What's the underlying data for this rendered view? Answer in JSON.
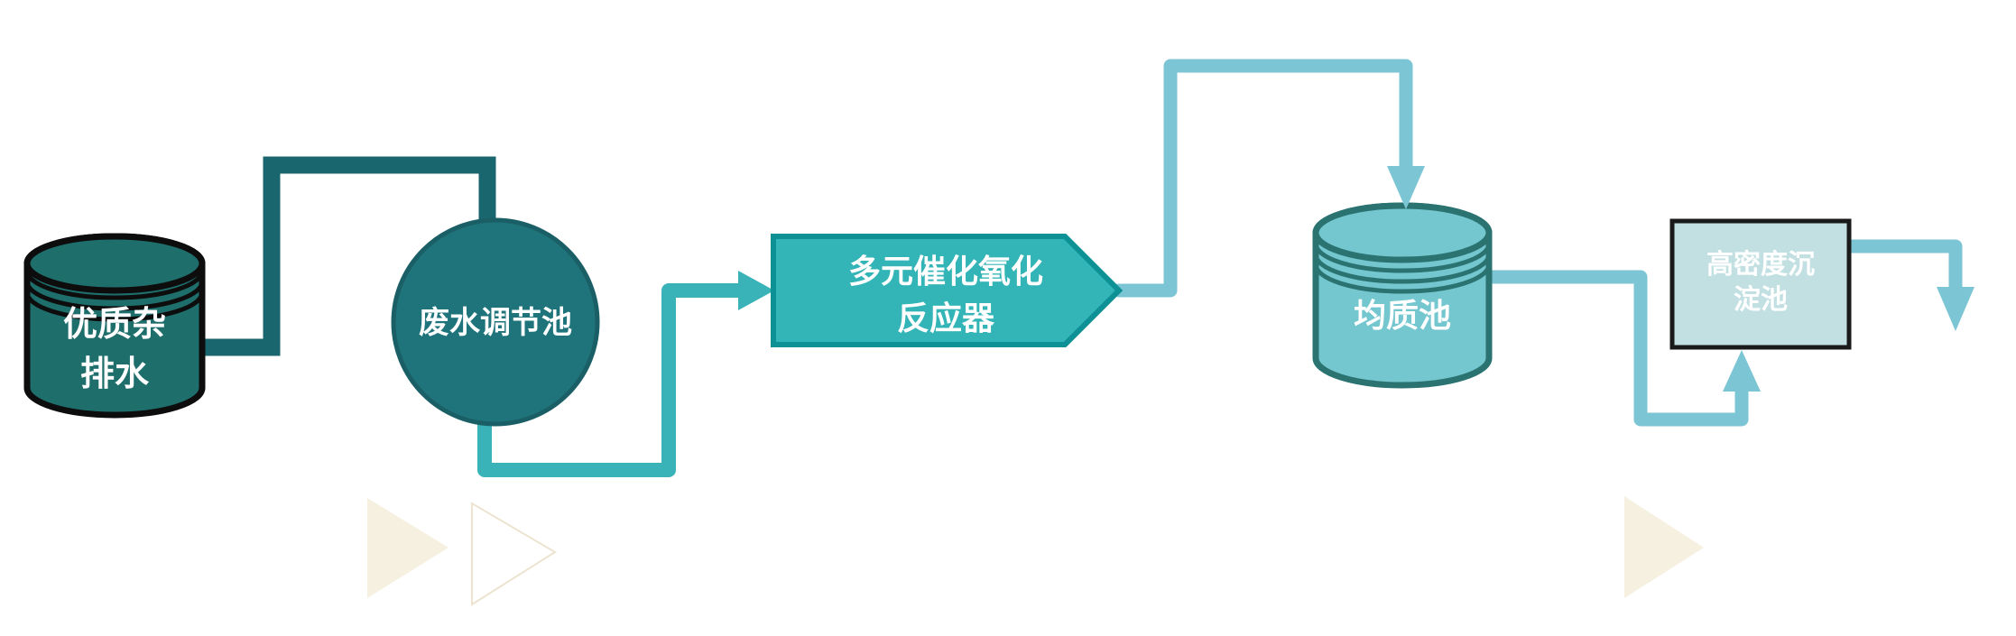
{
  "diagram": {
    "description": "wastewater-treatment-process-flow",
    "nodes": {
      "source_tank": {
        "line1": "优质杂",
        "line2": "排水"
      },
      "regulating_pool": {
        "label": "废水调节池"
      },
      "reactor": {
        "line1": "多元催化氧化",
        "line2": "反应器"
      },
      "homogenizing_pool": {
        "label": "均质池"
      },
      "sedimentation_tank": {
        "line1": "高密度沉",
        "line2": "淀池"
      }
    },
    "colors": {
      "tank1_fill": "#1e6f6c",
      "tank1_stroke": "#0d0d0d",
      "pool_fill": "#1f747b",
      "pool_stroke": "#1a5f66",
      "reactor_fill": "#33b4b6",
      "reactor_stroke": "#0e9195",
      "tank2_fill": "#74c6cf",
      "tank2_stroke": "#2a7371",
      "rect_fill": "#c2e0e2",
      "rect_stroke": "#1a1a1a",
      "connector_dark": "#19666e",
      "connector_teal": "#3ab3b8",
      "connector_light": "#7cc5d4",
      "label_color": "#ffffff",
      "triangle_fill": "#f6f0e0",
      "triangle_outline": "#ece4d0"
    }
  }
}
